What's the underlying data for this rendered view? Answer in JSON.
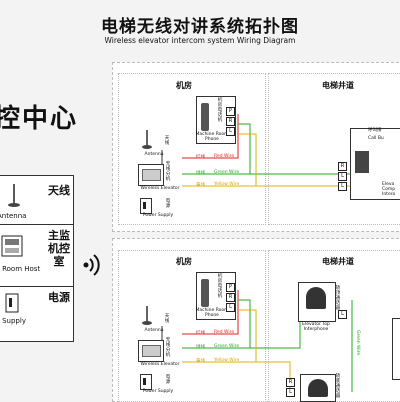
{
  "header": {
    "title": "电梯无线对讲系统拓扑图",
    "subtitle": "Wireless elevator intercom system Wiring Diagram"
  },
  "left": {
    "big_text": "控中心",
    "legend": [
      {
        "cn": "天线",
        "en": "Antenna"
      },
      {
        "cn": "主监机控室",
        "en": "r Room Host"
      },
      {
        "cn": "电源",
        "en": "r Supply"
      }
    ]
  },
  "section1": {
    "machine_room": "机房",
    "shaft": "电梯井道",
    "antenna_cn": "天线",
    "antenna_en": "Antenna",
    "ext_cn": "无线分机",
    "ext_en": "Wireless Elevator",
    "power_cn": "电源",
    "power_en": "Power Supply",
    "phone_cn": "机房电话机",
    "phone_en": "Machine Room Phone",
    "wire_red": "红线",
    "wire_red_en": "Red Wire",
    "wire_green": "绿线",
    "wire_green_en": "Green Wire",
    "wire_yellow": "黄线",
    "wire_yellow_en": "Yellow Wire",
    "call_cn": "呼叫按",
    "call_en": "Call Bu",
    "elevator_box": "Eleva Comp Intero",
    "letters": [
      "P",
      "R",
      "L",
      "R",
      "L",
      "L"
    ]
  },
  "section2": {
    "machine_room": "机房",
    "shaft": "电梯井道",
    "antenna_cn": "天线",
    "antenna_en": "Antenna",
    "ext_cn": "无线分机",
    "ext_en": "Wireless Elevator",
    "power_cn": "电源",
    "power_en": "Power Supply",
    "phone_cn": "机房电话机",
    "phone_en": "Machine Room Phone",
    "top_cn": "轿顶通话器",
    "top_en": "Elevator Top Interphone",
    "bottom_cn": "轿底通话器",
    "wire_red": "红线",
    "wire_red_en": "Red Wire",
    "wire_green": "绿线",
    "wire_green_en": "Green Wire",
    "wire_yellow": "黄线",
    "wire_yellow_en": "Yellow Wire",
    "green_vert": "Green Wire",
    "letters": [
      "P",
      "R",
      "L",
      "L",
      "R",
      "L"
    ]
  },
  "colors": {
    "red": "#dd2222",
    "green": "#22aa22",
    "yellow": "#e0b000",
    "line": "#333333"
  }
}
